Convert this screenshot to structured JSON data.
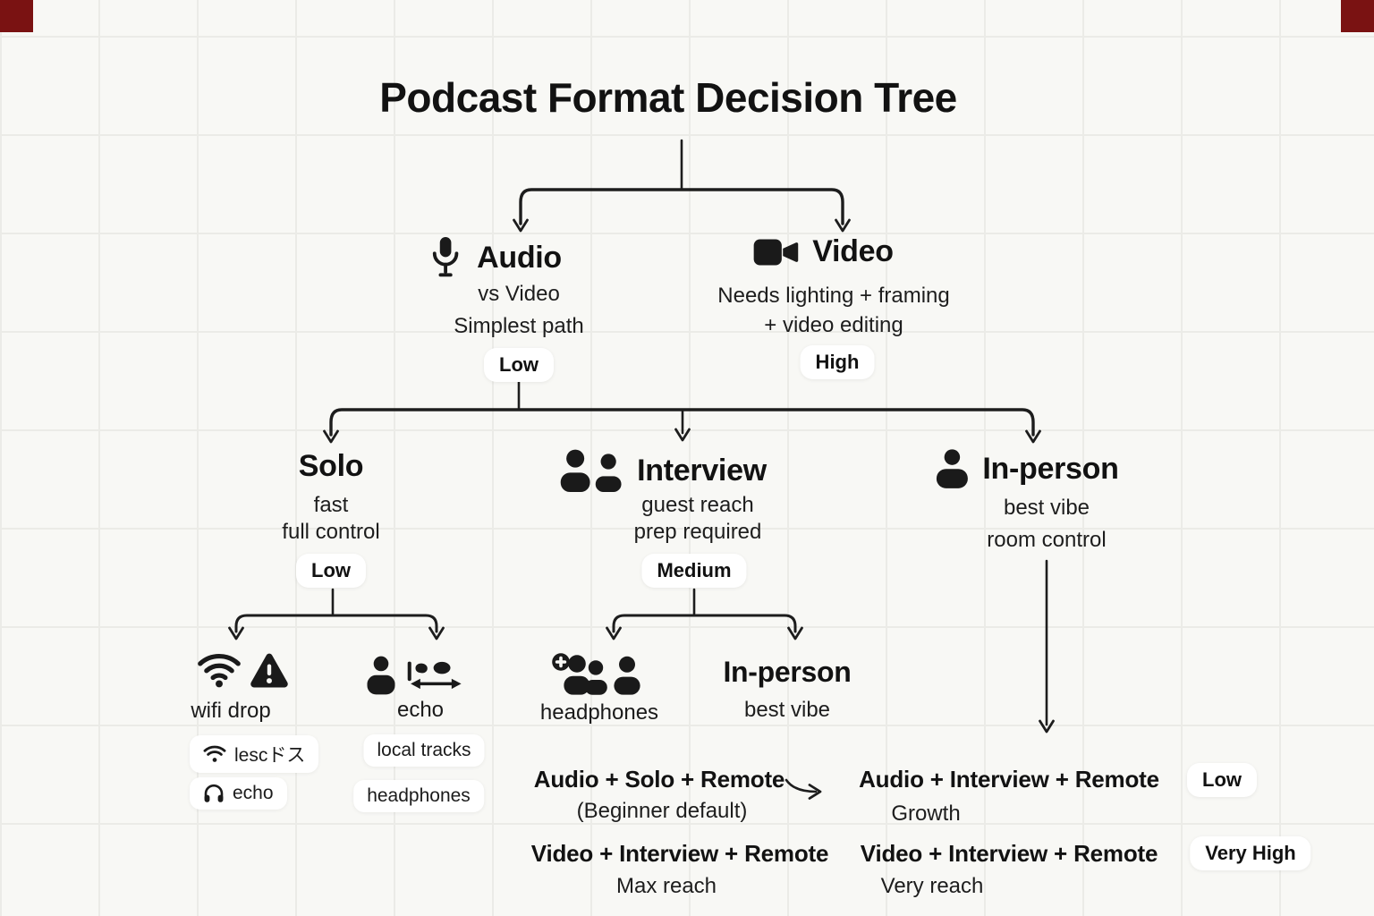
{
  "canvas": {
    "background": "#f8f8f5",
    "grid_color": "#ebebe7",
    "corner_marker_color": "#7a1212",
    "line_color": "#1d1d1d"
  },
  "title": "Podcast Format Decision Tree",
  "level1": {
    "audio": {
      "icon": "microphone",
      "title": "Audio",
      "line1": "vs Video",
      "line2": "Simplest path",
      "badge": "Low"
    },
    "video": {
      "icon": "video-camera",
      "title": "Video",
      "line1": "Needs lighting + framing",
      "line2": "+ video editing",
      "badge": "High"
    }
  },
  "level2": {
    "solo": {
      "title": "Solo",
      "line1": "fast",
      "line2": "full control",
      "badge": "Low"
    },
    "interview": {
      "icon": "two-people",
      "title": "Interview",
      "line1": "guest reach",
      "line2": "prep required",
      "badge": "Medium"
    },
    "inperson": {
      "icon": "person",
      "title": "In-person",
      "line1": "best vibe",
      "line2": "room control"
    }
  },
  "level3": {
    "wifi_drop": {
      "icons": [
        "wifi",
        "warning-triangle"
      ],
      "label": "wifi drop",
      "chip1": {
        "icon": "wifi",
        "label": "lescドス"
      },
      "chip2": {
        "icon": "headphones",
        "label": "echo"
      }
    },
    "echo": {
      "icons": [
        "person",
        "echo-bounce"
      ],
      "label": "echo",
      "chip1": {
        "label": "local tracks"
      },
      "chip2": {
        "label": "headphones"
      }
    },
    "headphones": {
      "icons": [
        "people-plus",
        "person"
      ],
      "label": "headphones"
    },
    "inperson_sub": {
      "title": "In-person",
      "line1": "best vibe"
    }
  },
  "outcomes": {
    "beginner": {
      "combo": "Audio + Solo + Remote",
      "note": "(Beginner default)"
    },
    "growth": {
      "combo": "Audio + Interview + Remote",
      "note": "Growth",
      "badge": "Low"
    },
    "max_reach": {
      "combo": "Video + Interview + Remote",
      "note": "Max reach"
    },
    "very_reach": {
      "combo": "Video + Interview + Remote",
      "note": "Very reach",
      "badge": "Very High"
    }
  }
}
